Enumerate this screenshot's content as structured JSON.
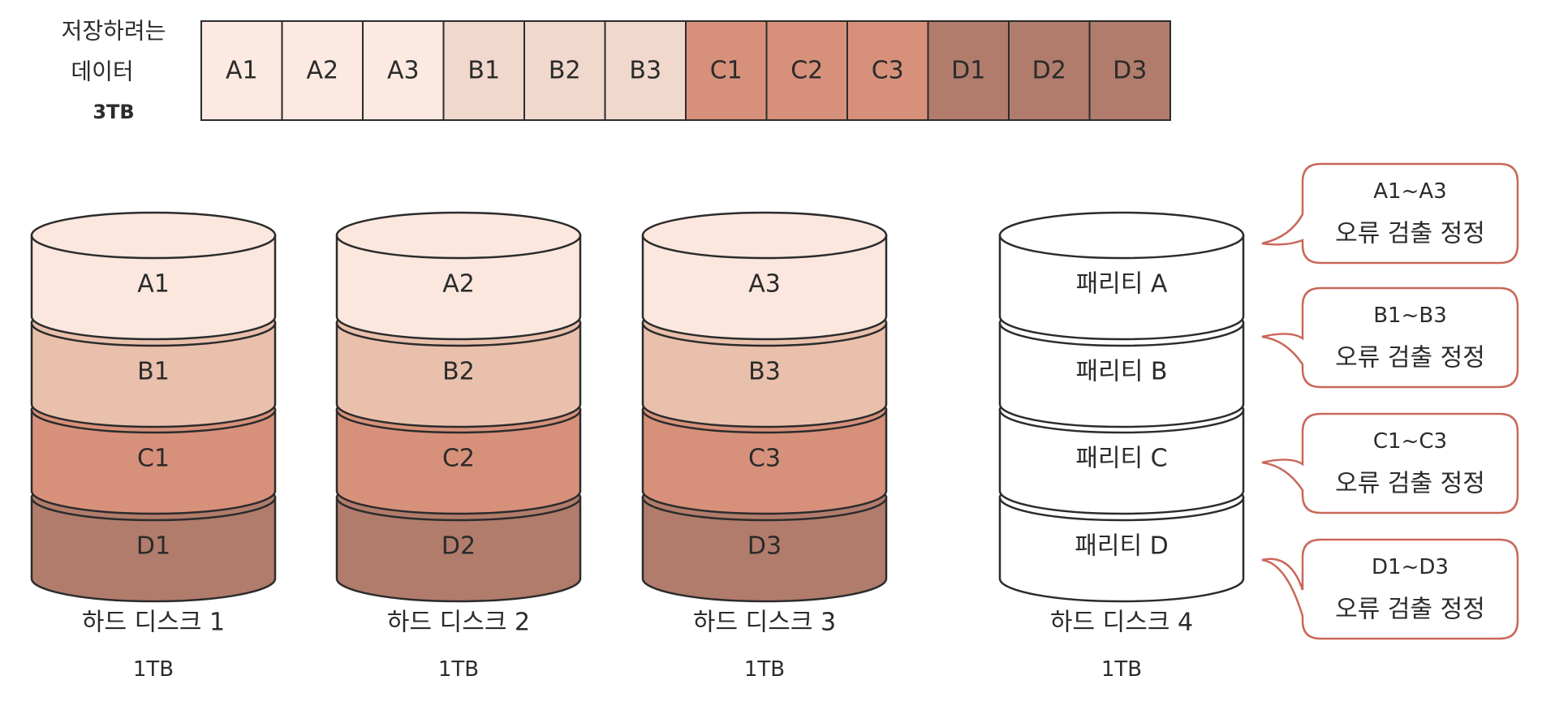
{
  "data_label": {
    "line1": "저장하려는",
    "line2": "데이터",
    "line3": "3TB"
  },
  "colors": {
    "A": "#fbe7de",
    "B": "#e9c0ac",
    "C": "#d7917b",
    "D": "#b17c6c",
    "parity": "#ffffff",
    "stroke": "#2b2b2b",
    "callout_stroke": "#c9685a",
    "strip_A": "#fceae2",
    "strip_B": "#f0d8cc"
  },
  "strip": {
    "blocks": [
      {
        "label": "A1",
        "group": "A"
      },
      {
        "label": "A2",
        "group": "A"
      },
      {
        "label": "A3",
        "group": "A"
      },
      {
        "label": "B1",
        "group": "B"
      },
      {
        "label": "B2",
        "group": "B"
      },
      {
        "label": "B3",
        "group": "B"
      },
      {
        "label": "C1",
        "group": "C"
      },
      {
        "label": "C2",
        "group": "C"
      },
      {
        "label": "C3",
        "group": "C"
      },
      {
        "label": "D1",
        "group": "D"
      },
      {
        "label": "D2",
        "group": "D"
      },
      {
        "label": "D3",
        "group": "D"
      }
    ]
  },
  "disks": [
    {
      "name": "하드 디스크 1",
      "capacity": "1TB",
      "segments": [
        {
          "label": "A1",
          "group": "A"
        },
        {
          "label": "B1",
          "group": "B"
        },
        {
          "label": "C1",
          "group": "C"
        },
        {
          "label": "D1",
          "group": "D"
        }
      ]
    },
    {
      "name": "하드 디스크 2",
      "capacity": "1TB",
      "segments": [
        {
          "label": "A2",
          "group": "A"
        },
        {
          "label": "B2",
          "group": "B"
        },
        {
          "label": "C2",
          "group": "C"
        },
        {
          "label": "D2",
          "group": "D"
        }
      ]
    },
    {
      "name": "하드 디스크 3",
      "capacity": "1TB",
      "segments": [
        {
          "label": "A3",
          "group": "A"
        },
        {
          "label": "B3",
          "group": "B"
        },
        {
          "label": "C3",
          "group": "C"
        },
        {
          "label": "D3",
          "group": "D"
        }
      ]
    },
    {
      "name": "하드 디스크 4",
      "capacity": "1TB",
      "segments": [
        {
          "label": "패리티 A",
          "group": "parity"
        },
        {
          "label": "패리티 B",
          "group": "parity"
        },
        {
          "label": "패리티 C",
          "group": "parity"
        },
        {
          "label": "패리티 D",
          "group": "parity"
        }
      ]
    }
  ],
  "callouts": [
    {
      "range": "A1~A3",
      "text": "오류 검출 정정"
    },
    {
      "range": "B1~B3",
      "text": "오류 검출 정정"
    },
    {
      "range": "C1~C3",
      "text": "오류 검출 정정"
    },
    {
      "range": "D1~D3",
      "text": "오류 검출 정정"
    }
  ]
}
